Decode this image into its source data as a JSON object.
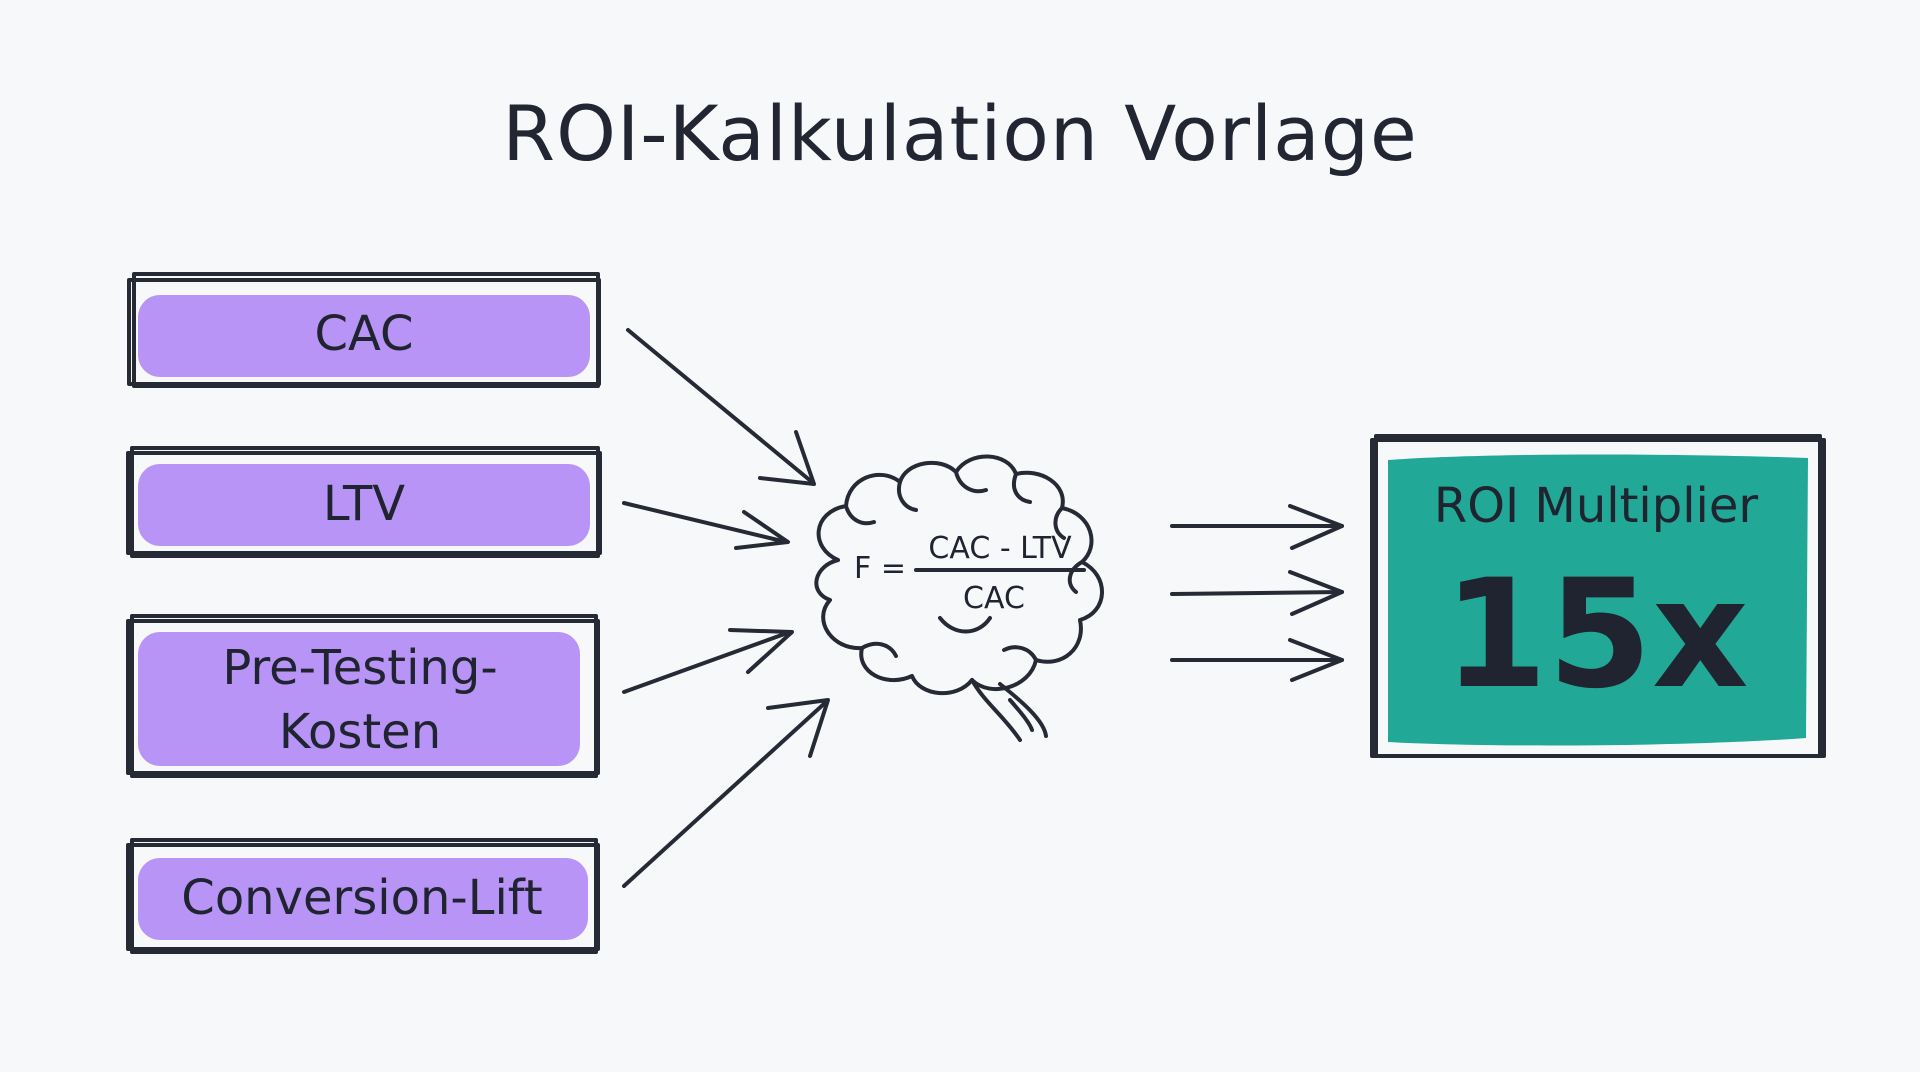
{
  "title": "ROI-Kalkulation Vorlage",
  "inputs": [
    {
      "lines": [
        "CAC"
      ]
    },
    {
      "lines": [
        "LTV"
      ]
    },
    {
      "lines": [
        "Pre-Testing-",
        "Kosten"
      ]
    },
    {
      "lines": [
        "Conversion-Lift"
      ]
    }
  ],
  "formula": {
    "lhs": "F =",
    "numerator": "CAC - LTV",
    "denominator": "CAC"
  },
  "output": {
    "label": "ROI Multiplier",
    "value": "15x"
  },
  "colors": {
    "input_fill": "#b794f6",
    "output_fill": "#22a897",
    "ink": "#262a35",
    "background": "#f7f8fa"
  },
  "icons": {
    "center": "brain-icon",
    "connector": "arrow-icon"
  }
}
